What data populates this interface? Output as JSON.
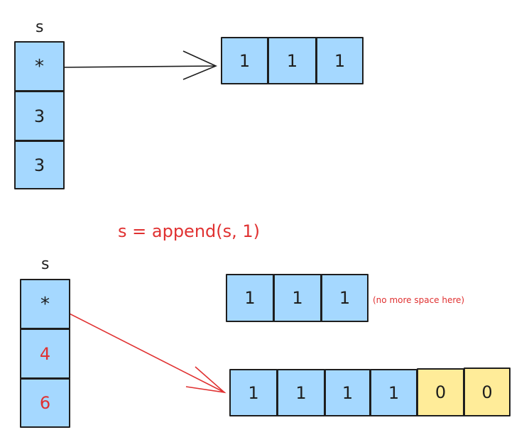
{
  "top": {
    "var_label": "s",
    "header": [
      "*",
      "3",
      "3"
    ],
    "array": [
      "1",
      "1",
      "1"
    ]
  },
  "operation": "s = append(s, 1)",
  "bottom": {
    "var_label": "s",
    "header": [
      "*",
      "4",
      "6"
    ],
    "old_array": [
      "1",
      "1",
      "1"
    ],
    "old_note": "(no more space here)",
    "new_array": [
      "1",
      "1",
      "1",
      "1",
      "0",
      "0"
    ]
  },
  "colors": {
    "cell_fill": "#a5d8ff",
    "new_slot_fill": "#ffec99",
    "stroke": "#1e1e1e",
    "accent_red": "#e03131"
  }
}
